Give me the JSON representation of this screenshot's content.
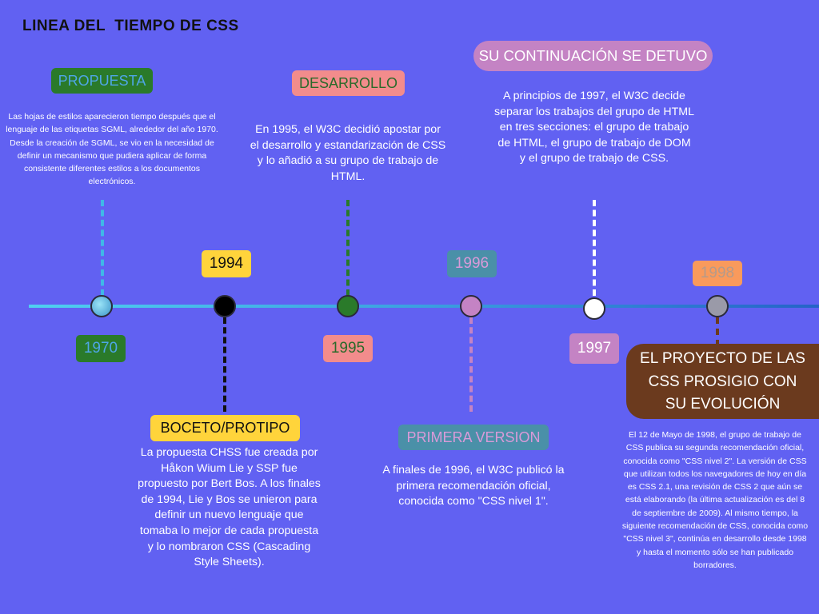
{
  "title": "LINEA DEL  TIEMPO DE CSS",
  "colors": {
    "background": "#6161f2",
    "timeline": "#3fb8e8",
    "green": "#2a7a2a",
    "yellow": "#ffd43b",
    "salmon": "#f28c8c",
    "teal": "#4a90a8",
    "pink": "#c483c4",
    "orange": "#f99a5c",
    "brown": "#6b3a1e"
  },
  "events": [
    {
      "year": "1970",
      "label": "PROPUESTA",
      "text": "Las hojas de estilos aparecieron tiempo después que el lenguaje de las etiquetas SGML, alrededor del año 1970. Desde la creación de SGML, se vio en la necesidad de definir un mecanismo que pudiera aplicar de forma consistente diferentes estilos a los documentos electrónicos."
    },
    {
      "year": "1994",
      "label": "BOCETO/PROTIPO",
      "text": "La propuesta CHSS fue creada por Håkon Wium Lie y SSP fue propuesto por Bert Bos. A los finales de 1994, Lie y Bos se unieron para definir un nuevo lenguaje que tomaba lo mejor de cada propuesta y lo nombraron CSS (Cascading Style Sheets)."
    },
    {
      "year": "1995",
      "label": "DESARROLLO",
      "text": "En 1995, el W3C decidió apostar por el desarrollo y estandarización de CSS y lo añadió a su grupo de trabajo de HTML."
    },
    {
      "year": "1996",
      "label": "PRIMERA VERSION",
      "text": "A finales de 1996, el W3C publicó la primera recomendación oficial, conocida como \"CSS nivel 1\"."
    },
    {
      "year": "1997",
      "label": "SU CONTINUACIÓN SE DETUVO",
      "text": "A principios de 1997, el W3C decide separar los trabajos del grupo de HTML en tres secciones: el grupo de trabajo de HTML, el grupo de trabajo de DOM y el grupo de trabajo de CSS."
    },
    {
      "year": "1998",
      "label": "EL PROYECTO DE LAS CSS PROSIGIO CON SU EVOLUCIÓN",
      "text": "El 12 de Mayo de 1998, el grupo de trabajo de CSS publica su segunda recomendación oficial, conocida como \"CSS nivel 2\". La versión de CSS que utilizan todos los navegadores de hoy en día es CSS 2.1, una revisión de CSS 2 que aún se está elaborando (la última actualización es del 8 de septiembre de 2009). Al mismo tiempo, la siguiente recomendación de CSS, conocida como \"CSS nivel 3\", continúa en desarrollo desde 1998 y hasta el momento sólo se han publicado borradores."
    }
  ]
}
